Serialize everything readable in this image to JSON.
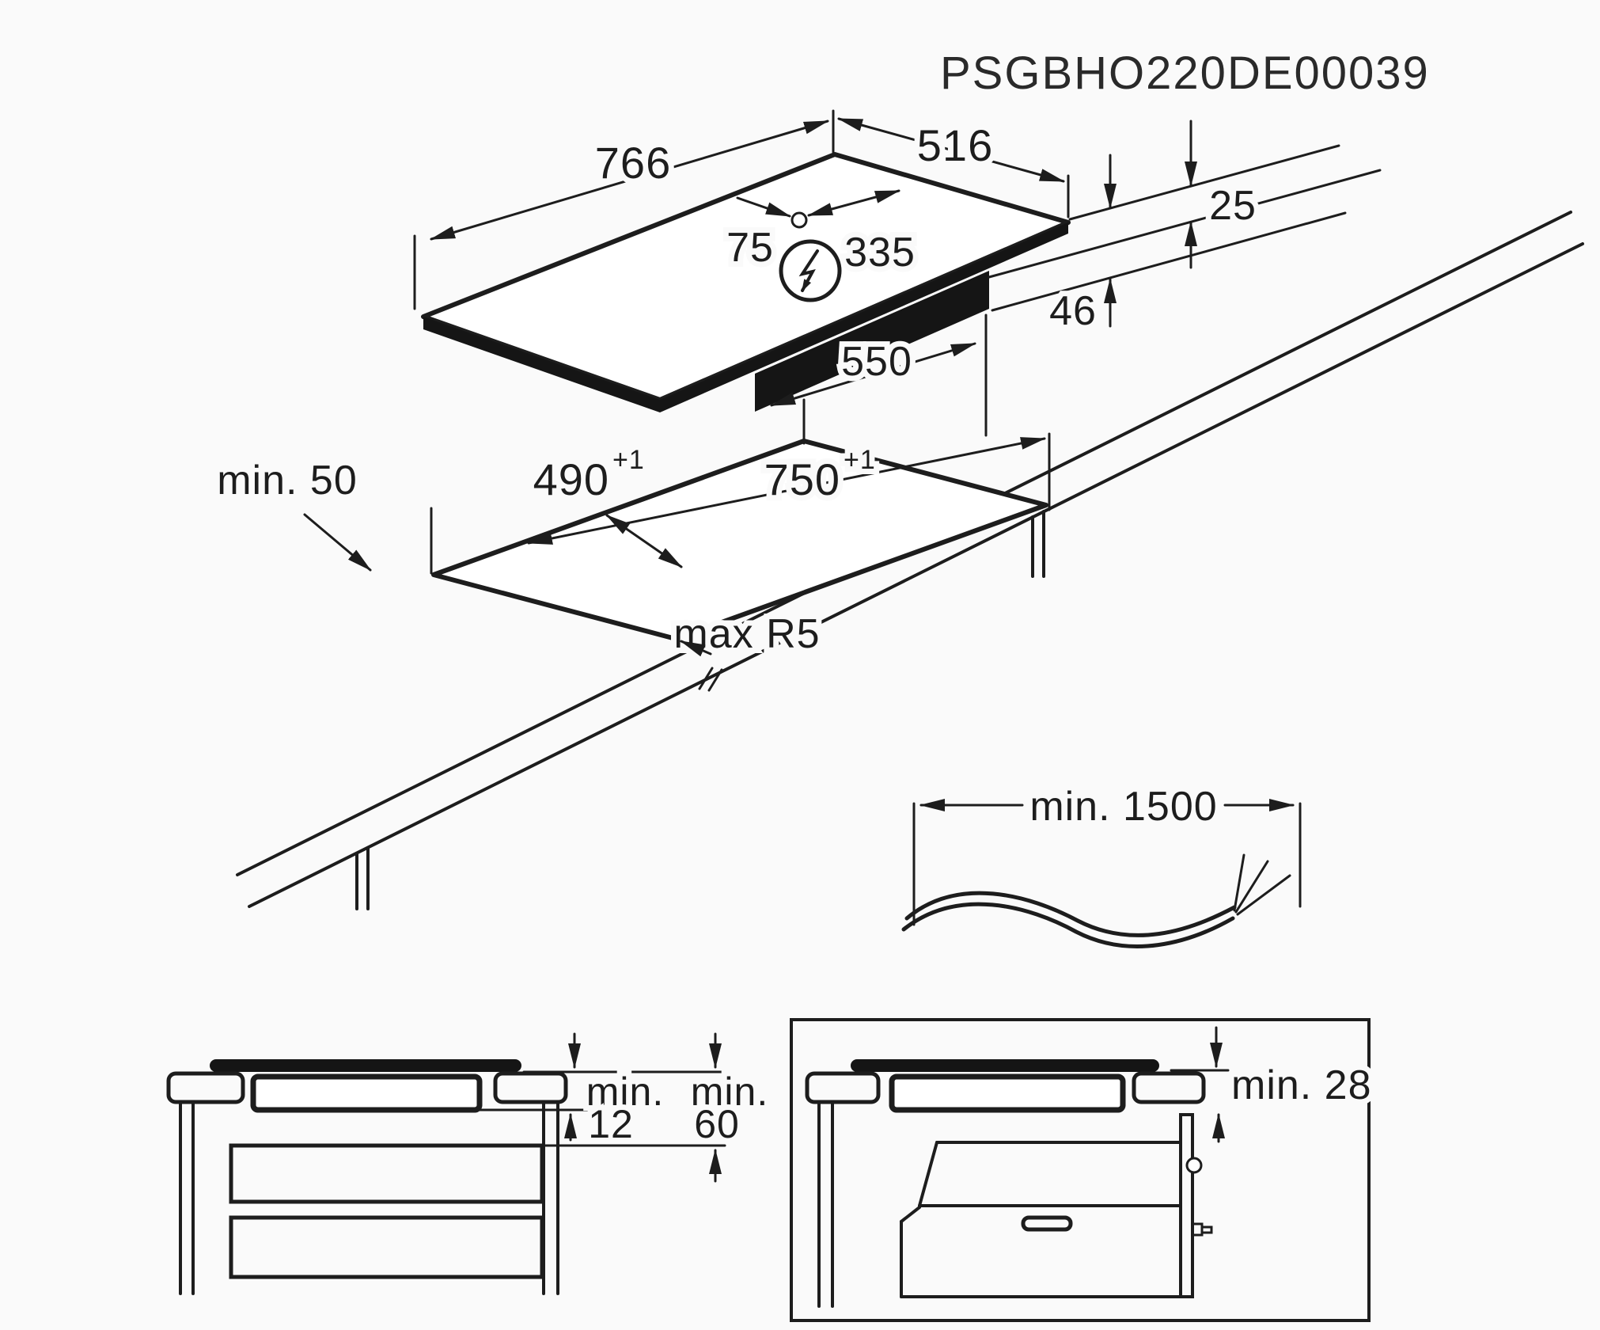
{
  "page": {
    "background_color": "#fafafa",
    "line_color": "#1d1d1d"
  },
  "header": {
    "drawing_code": "PSGBHO220DE00039"
  },
  "hob_view": {
    "width": "766",
    "depth": "516",
    "cable_hole_offset_left": "75",
    "cable_hole_offset_right": "335",
    "profile_height": "25",
    "built_in_depth": "46",
    "casing_width": "550",
    "power_icon": "circle-lightning-icon",
    "cable_hole_icon": "small-circle-icon"
  },
  "cutout_view": {
    "cutout_depth": "490",
    "cutout_depth_tolerance": "+1",
    "cutout_width": "750",
    "cutout_width_tolerance": "+1",
    "wall_clearance": "min. 50",
    "corner_radius": "max R5"
  },
  "cable_view": {
    "cable_length": "min. 1500"
  },
  "drawer_section_view": {
    "clearance_1_prefix": "min.",
    "clearance_1_value": "12",
    "clearance_2_prefix": "min.",
    "clearance_2_value": "60"
  },
  "oven_section_view": {
    "clearance": "min. 28"
  }
}
